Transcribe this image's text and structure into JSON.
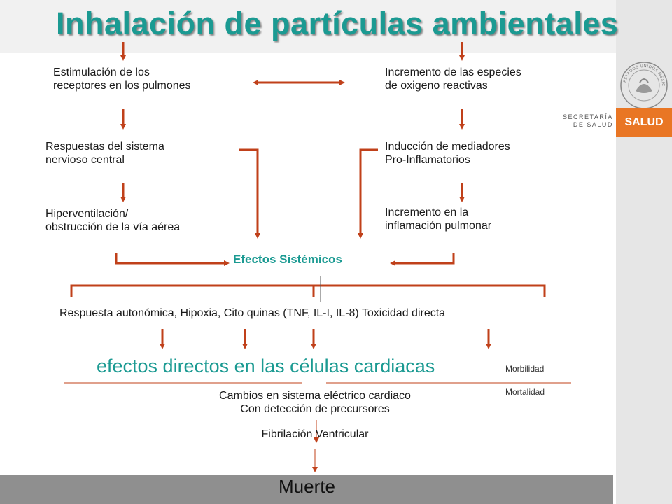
{
  "title": "Inhalación de partículas ambientales",
  "nodes": {
    "stim": [
      "Estimulación de los",
      "receptores en los pulmones"
    ],
    "ros": [
      "Incremento de las especies",
      "de oxigeno reactivas"
    ],
    "cns": [
      "Respuestas del sistema",
      "nervioso central"
    ],
    "mediators": [
      "Inducción de mediadores",
      "Pro-Inflamatorios"
    ],
    "hyper": [
      "Hiperventilación/",
      "obstrucción de la vía aérea"
    ],
    "inflam": [
      "Incremento en la",
      "inflamación pulmonar"
    ]
  },
  "systemic": "Efectos Sistémicos",
  "responses": "Respuesta autonómica, Hipoxia, Cito quinas (TNF, IL-I, IL-8) Toxicidad directa",
  "cardiac": "efectos directos en las células cardiacas",
  "side_labels": {
    "morbidity": "Morbilidad",
    "mortality": "Mortalidad"
  },
  "electric": [
    "Cambios en sistema eléctrico cardiaco",
    "Con detección de precursores"
  ],
  "fibrillation": "Fibrilación Ventricular",
  "death": "Muerte",
  "logo": {
    "seal_text": "ESTADOS UNIDOS MEXICANOS",
    "ministry": [
      "SECRETARÍA",
      "DE SALUD"
    ],
    "brand": "SALUD"
  },
  "colors": {
    "accent": "#1b9a92",
    "arrow": "#c0401a",
    "brand": "#e97624"
  }
}
